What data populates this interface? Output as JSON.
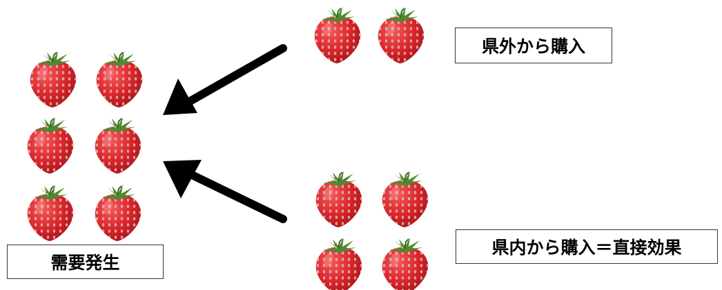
{
  "labels": {
    "outside_purchase": "県外から購入",
    "inside_purchase": "県内から購入＝直接効果",
    "demand": "需要発生"
  },
  "icons": {
    "fruit": "strawberry-icon",
    "arrow": "arrow-icon"
  },
  "colors": {
    "strawberry_red": "#d8262c",
    "strawberry_shadow": "#a8161b",
    "seed": "#f3d7c8",
    "leaf": "#4e8a2f",
    "arrow": "#000000",
    "box_border": "#333333"
  }
}
